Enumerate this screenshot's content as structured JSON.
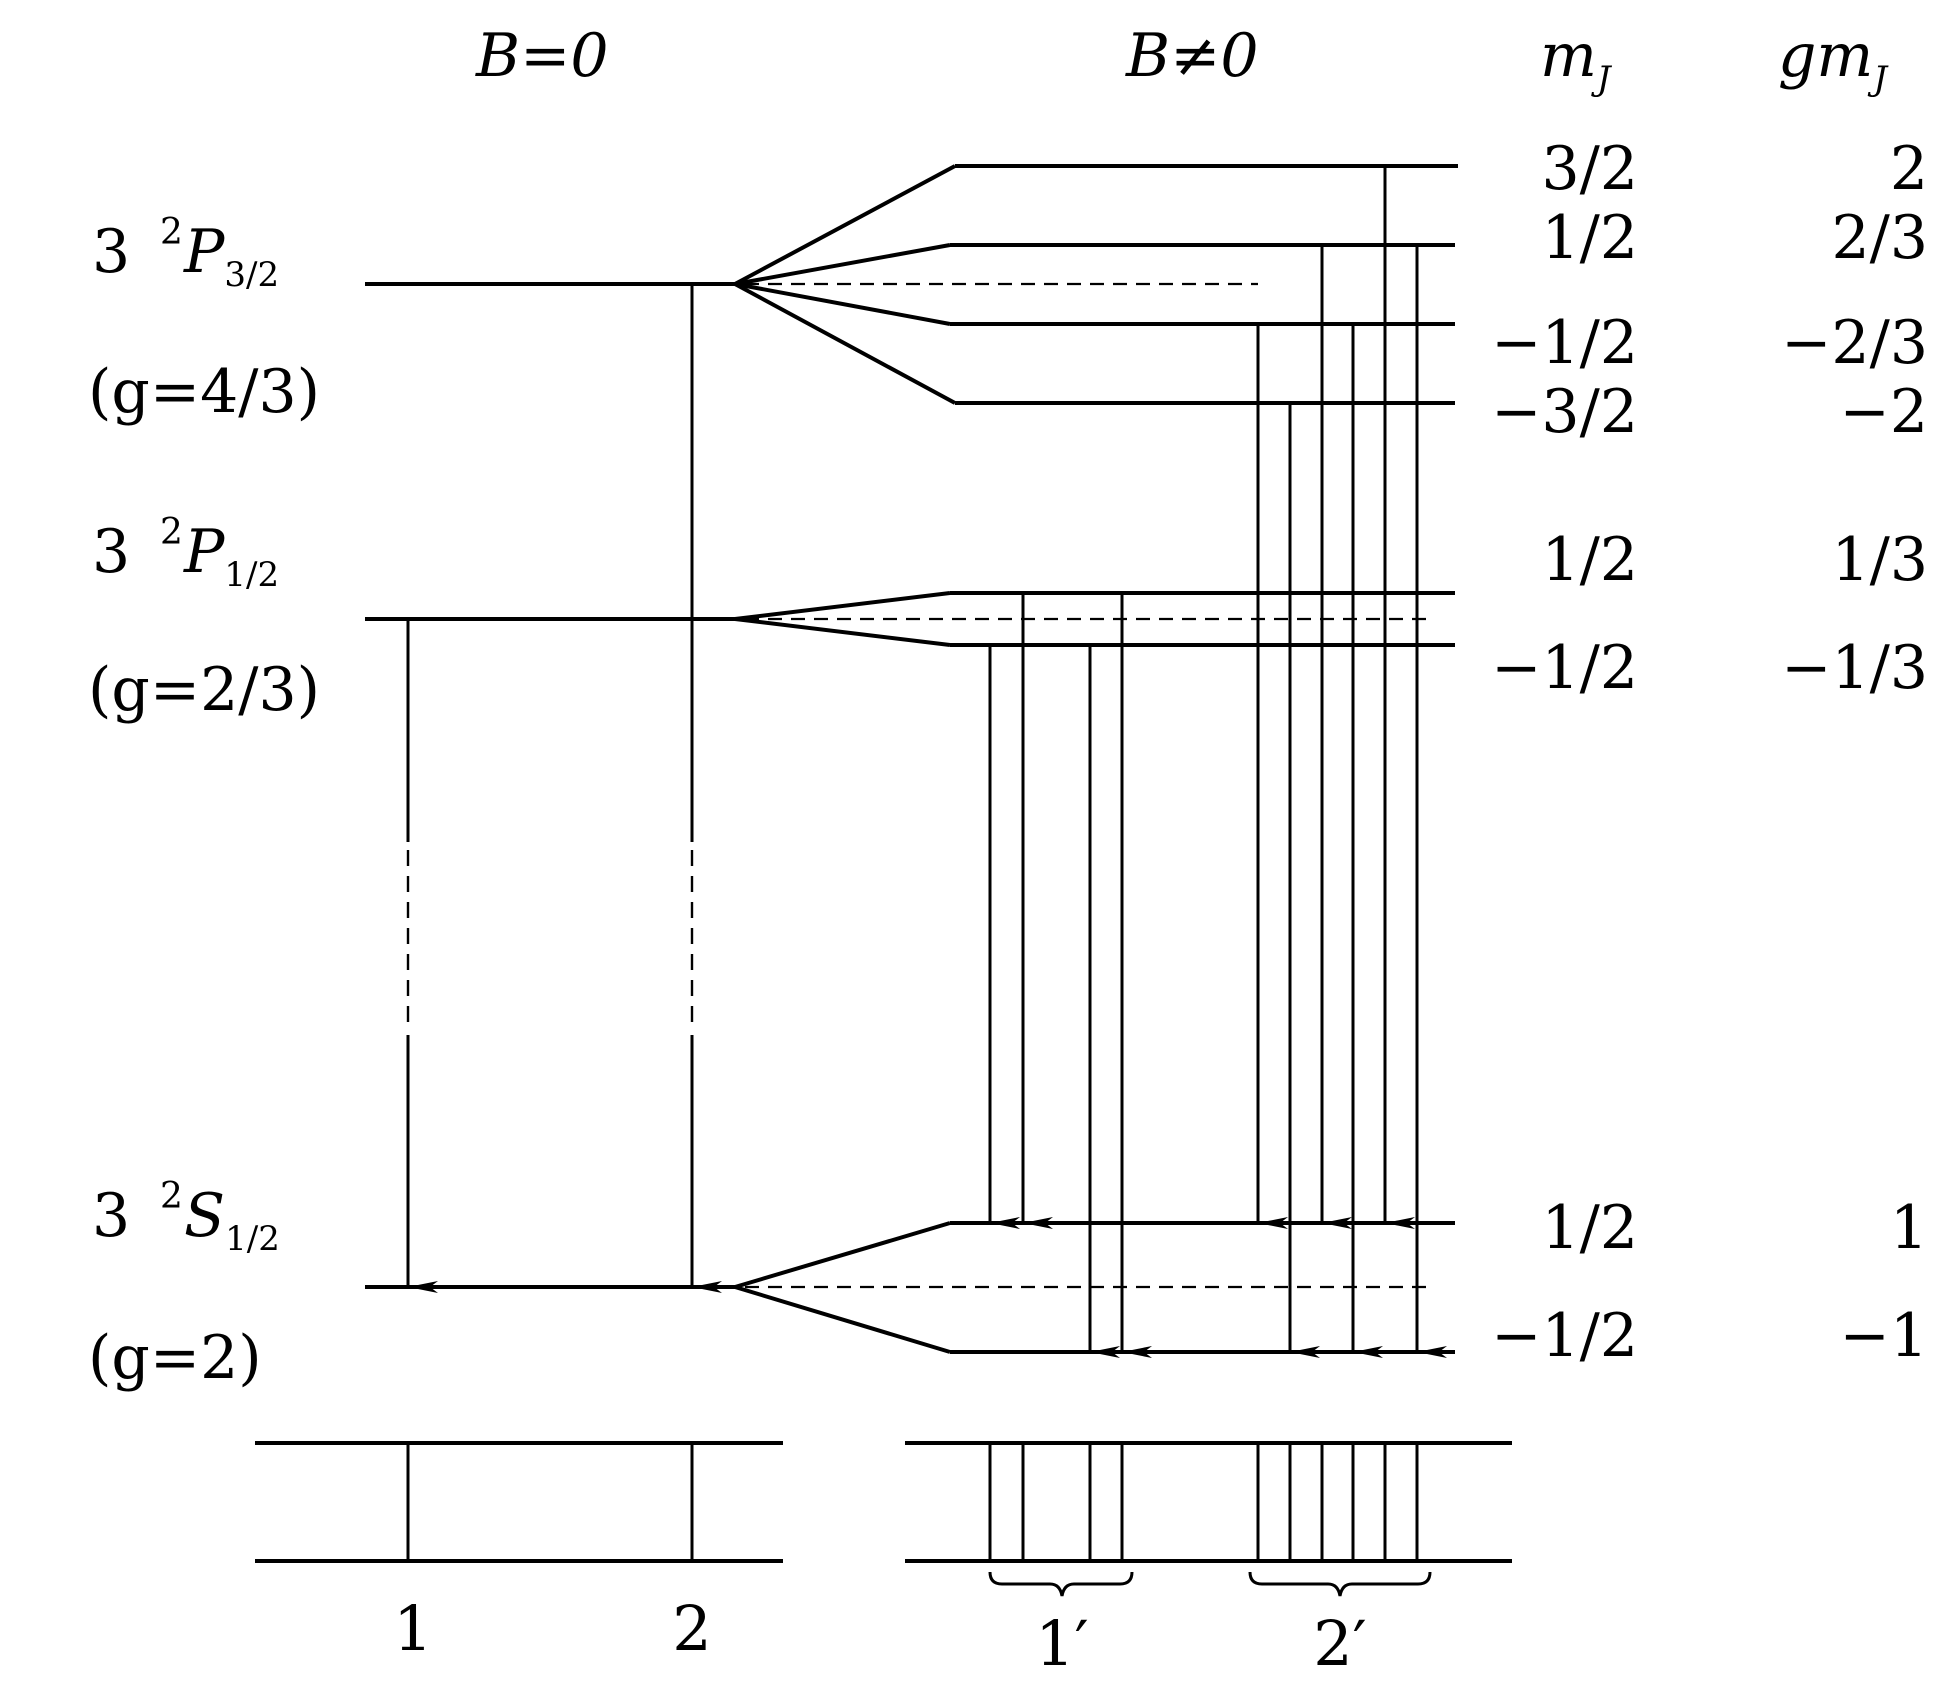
{
  "headers": {
    "b_zero": "B=0",
    "b_nonzero": "B≠0",
    "mj_label": "m",
    "mj_sub": "J",
    "gmj_label": "gm",
    "gmj_sub": "J"
  },
  "levels": {
    "p32": {
      "prefix": "3",
      "sup": "2",
      "letter": "P",
      "sub": "3/2",
      "g_text": "(g=4/3)"
    },
    "p12": {
      "prefix": "3",
      "sup": "2",
      "letter": "P",
      "sub": "1/2",
      "g_text": "(g=2/3)"
    },
    "s12": {
      "prefix": "3",
      "sup": "2",
      "letter": "S",
      "sub": "1/2",
      "g_text": "(g=2)"
    }
  },
  "sublevels": [
    {
      "mj": "3/2",
      "gmj": "2"
    },
    {
      "mj": "1/2",
      "gmj": "2/3"
    },
    {
      "mj": "−1/2",
      "gmj": "−2/3"
    },
    {
      "mj": "−3/2",
      "gmj": "−2"
    },
    {
      "mj": "1/2",
      "gmj": "1/3"
    },
    {
      "mj": "−1/2",
      "gmj": "−1/3"
    },
    {
      "mj": "1/2",
      "gmj": "1"
    },
    {
      "mj": "−1/2",
      "gmj": "−1"
    }
  ],
  "spectrum_labels": {
    "line1": "1",
    "line2": "2",
    "group1": "1′",
    "group2": "2′"
  }
}
